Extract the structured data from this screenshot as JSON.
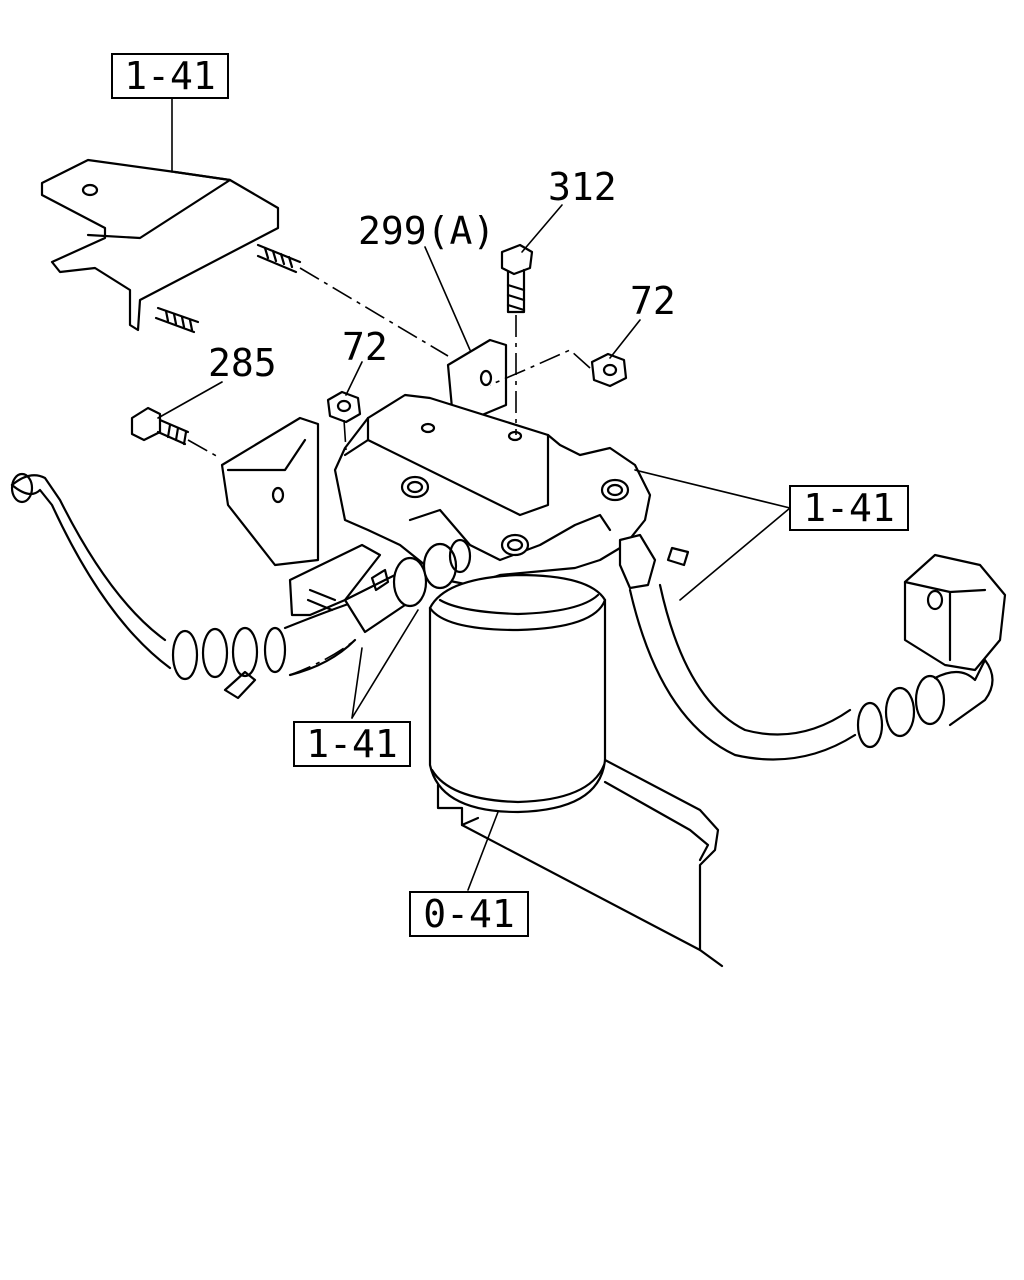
{
  "callouts": {
    "ref_top_left": "1-41",
    "ref_right": "1-41",
    "ref_bottom_left": "1-41",
    "ref_bottom": "0-41"
  },
  "part_numbers": {
    "p312": "312",
    "p299a": "299(A)",
    "p72_right": "72",
    "p72_left": "72",
    "p285": "285"
  }
}
